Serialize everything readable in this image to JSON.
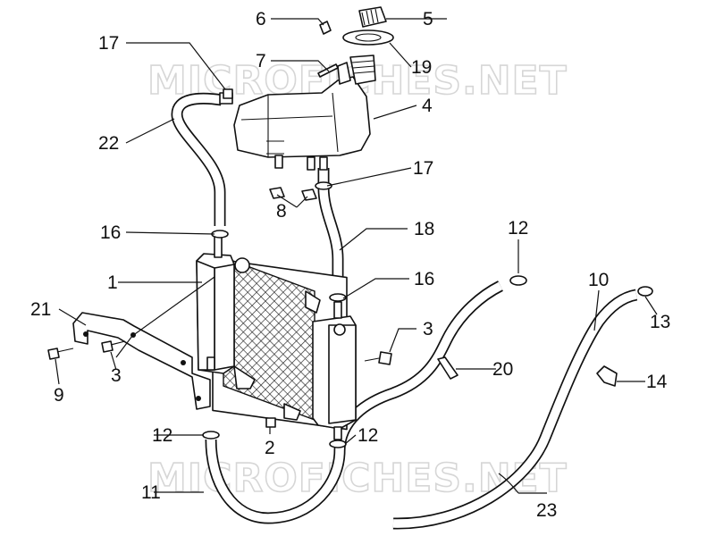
{
  "watermark": "MICROFICHES.NET",
  "callouts": {
    "c1": "1",
    "c2": "2",
    "c3a": "3",
    "c3b": "3",
    "c4": "4",
    "c5": "5",
    "c6": "6",
    "c7": "7",
    "c8": "8",
    "c9": "9",
    "c10": "10",
    "c11": "11",
    "c12a": "12",
    "c12b": "12",
    "c12c": "12",
    "c13": "13",
    "c14": "14",
    "c16a": "16",
    "c16b": "16",
    "c17a": "17",
    "c17b": "17",
    "c18": "18",
    "c19": "19",
    "c20": "20",
    "c21": "21",
    "c22": "22",
    "c23": "23"
  }
}
